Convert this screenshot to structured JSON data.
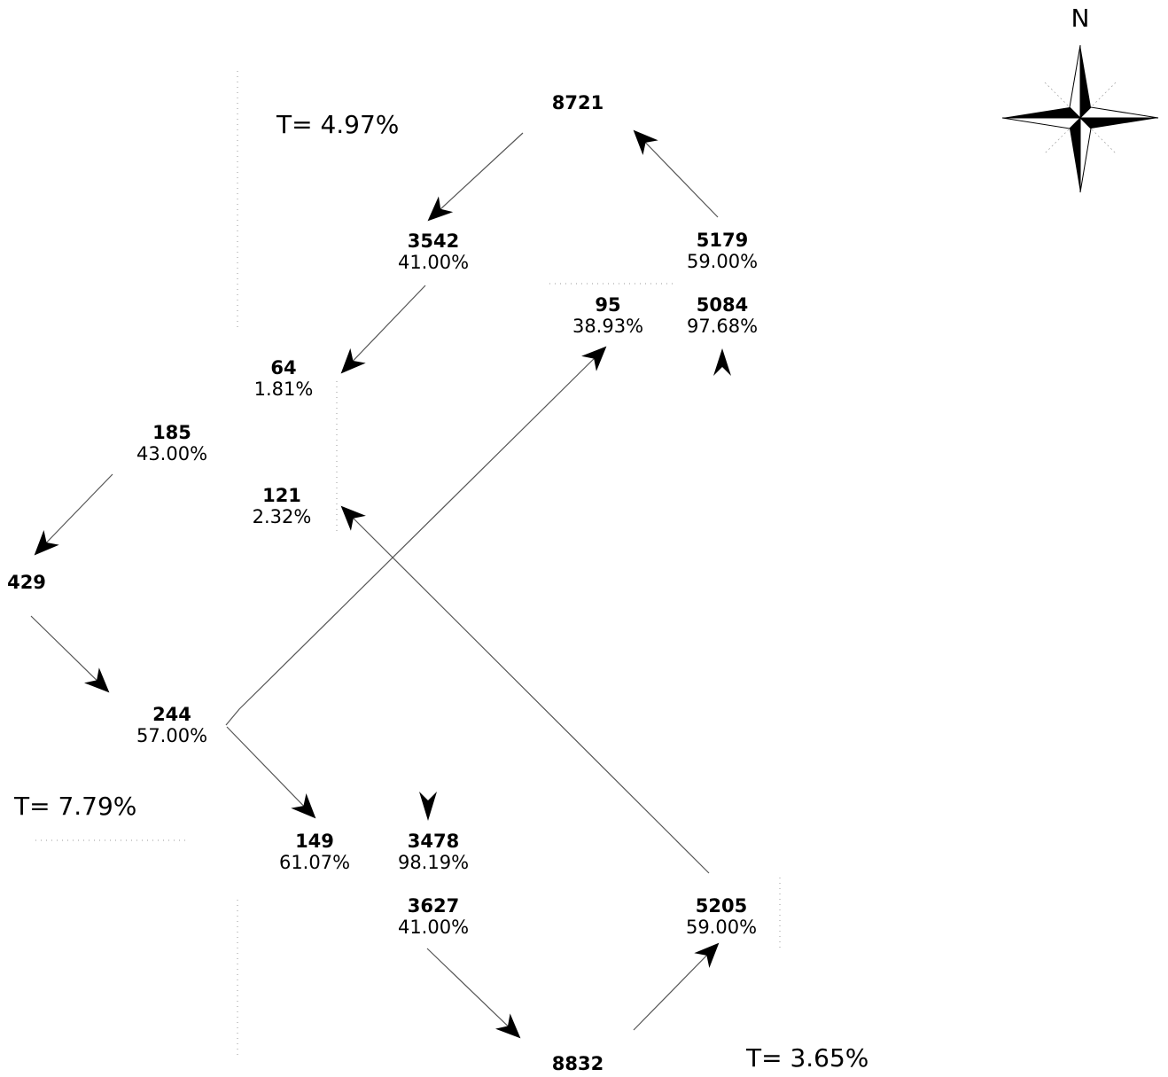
{
  "compass": {
    "label": "N",
    "icon": "compass-rose-icon"
  },
  "turnover": [
    {
      "id": "t1",
      "text": "T= 4.97%"
    },
    {
      "id": "t2",
      "text": "T= 7.79%"
    },
    {
      "id": "t3",
      "text": "T= 3.65%"
    }
  ],
  "nodes": [
    {
      "id": "n8721",
      "value": "8721",
      "pct": ""
    },
    {
      "id": "n3542",
      "value": "3542",
      "pct": "41.00%"
    },
    {
      "id": "n5179",
      "value": "5179",
      "pct": "59.00%"
    },
    {
      "id": "n95",
      "value": "95",
      "pct": "38.93%"
    },
    {
      "id": "n5084",
      "value": "5084",
      "pct": "97.68%"
    },
    {
      "id": "n64",
      "value": "64",
      "pct": "1.81%"
    },
    {
      "id": "n185",
      "value": "185",
      "pct": "43.00%"
    },
    {
      "id": "n121",
      "value": "121",
      "pct": "2.32%"
    },
    {
      "id": "n429",
      "value": "429",
      "pct": ""
    },
    {
      "id": "n244",
      "value": "244",
      "pct": "57.00%"
    },
    {
      "id": "n149",
      "value": "149",
      "pct": "61.07%"
    },
    {
      "id": "n3478",
      "value": "3478",
      "pct": "98.19%"
    },
    {
      "id": "n3627",
      "value": "3627",
      "pct": "41.00%"
    },
    {
      "id": "n5205",
      "value": "5205",
      "pct": "59.00%"
    },
    {
      "id": "n8832",
      "value": "8832",
      "pct": ""
    }
  ],
  "arrow_color": "#000000",
  "line_color": "#555555"
}
